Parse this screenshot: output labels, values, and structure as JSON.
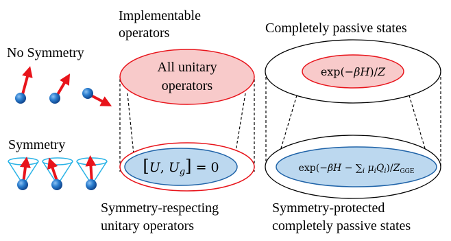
{
  "left": {
    "no_symmetry_label": "No Symmetry",
    "symmetry_label": "Symmetry"
  },
  "middle": {
    "title_line1": "Implementable",
    "title_line2": "operators",
    "top_ellipse_line1": "All unitary",
    "top_ellipse_line2": "operators",
    "bottom_ellipse_expr": "[U, U_g] = 0",
    "caption_line1": "Symmetry-respecting",
    "caption_line2": "unitary operators"
  },
  "right": {
    "title": "Completely passive states",
    "top_ellipse_expr": "exp(−βH)/Z",
    "bottom_ellipse_expr": "exp(−βH − ∑_i μ_i Q_i)/Z_GGE",
    "caption_line1": "Symmetry-protected",
    "caption_line2": "completely passive states"
  },
  "colors": {
    "red": "#e8141b",
    "pink_fill": "#f8caca",
    "blue_fill": "#bcd8ef",
    "blue_stroke": "#1f63a8",
    "cone": "#29b3e6",
    "ball": "#1e6fc0"
  }
}
